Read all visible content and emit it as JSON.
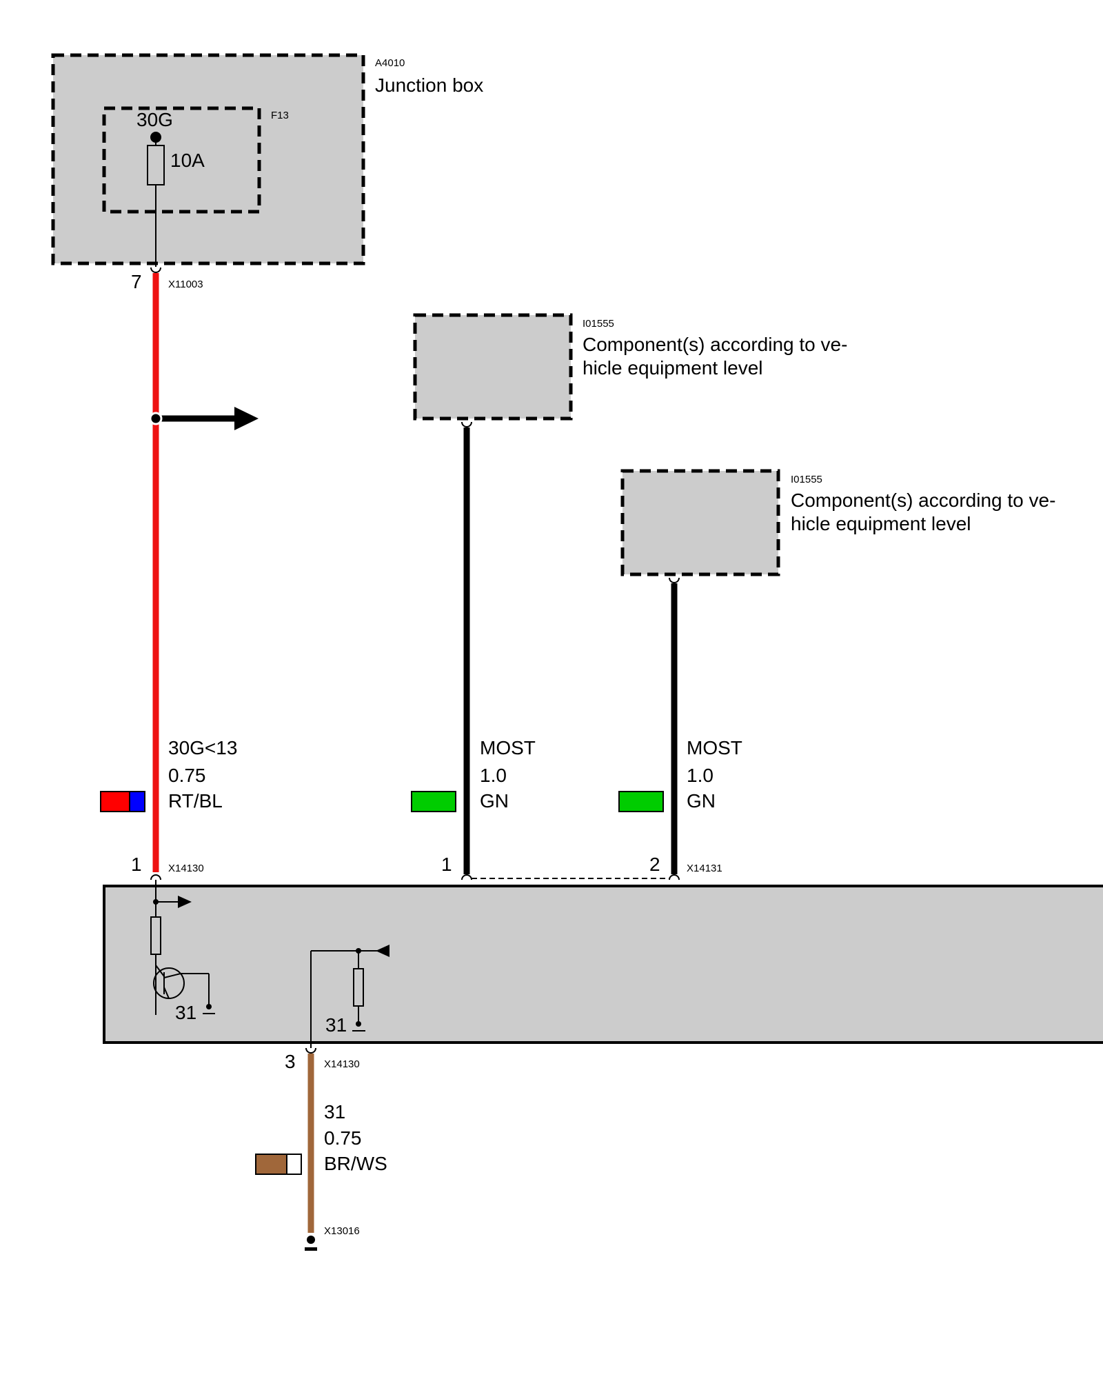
{
  "junction_box": {
    "id": "A4010",
    "name": "Junction box"
  },
  "fuse": {
    "id": "F13",
    "terminal": "30G",
    "rating": "10A"
  },
  "connectors": {
    "x11003": {
      "id": "X11003",
      "pin": "7"
    },
    "x14130_pin1": {
      "id": "X14130",
      "pin": "1"
    },
    "x14130_pin3": {
      "id": "X14130",
      "pin": "3"
    },
    "x14131": {
      "id": "X14131",
      "pin1": "1",
      "pin2": "2"
    },
    "x13016": {
      "id": "X13016"
    }
  },
  "component_1": {
    "id": "I01555",
    "line1": "Component(s) according to ve-",
    "line2": "hicle equipment level"
  },
  "component_2": {
    "id": "I01555",
    "line1": "Component(s) according to ve-",
    "line2": "hicle equipment level"
  },
  "wires": {
    "supply": {
      "signal": "30G<13",
      "gauge": "0.75",
      "color_code": "RT/BL",
      "colors": [
        "#ff0000",
        "#0000ff"
      ]
    },
    "most_1": {
      "signal": "MOST",
      "gauge": "1.0",
      "color_code": "GN",
      "colors": [
        "#00cc00"
      ]
    },
    "most_2": {
      "signal": "MOST",
      "gauge": "1.0",
      "color_code": "GN",
      "colors": [
        "#00cc00"
      ]
    },
    "ground": {
      "signal": "31",
      "gauge": "0.75",
      "color_code": "BR/WS",
      "colors": [
        "#a0673a",
        "#ffffff"
      ]
    }
  },
  "module": {
    "ground_1": "31",
    "ground_2": "31"
  },
  "colors": {
    "box_fill": "#cccccc",
    "red_wire": "#ee1111",
    "brown_wire": "#a0673a",
    "black_wire": "#000000"
  }
}
